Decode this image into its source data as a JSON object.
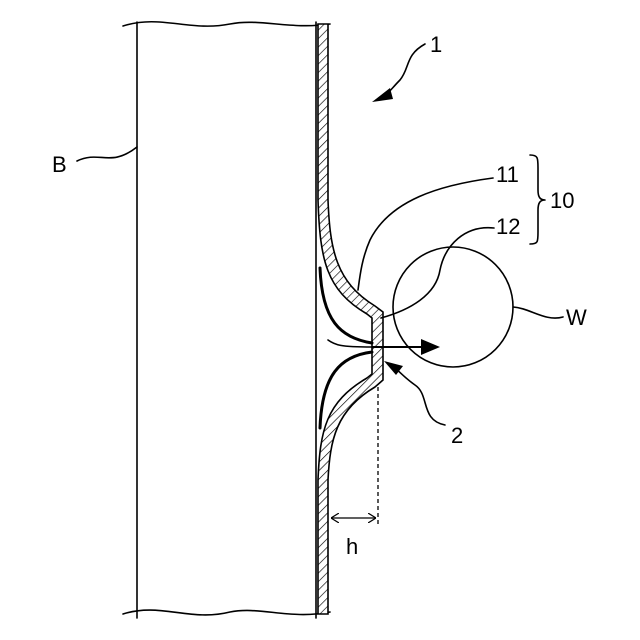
{
  "labels": {
    "device": "1",
    "outlet": "2",
    "nozzle_group": "10",
    "part_11": "11",
    "part_12": "12",
    "body": "B",
    "workpiece": "W",
    "height": "h"
  }
}
